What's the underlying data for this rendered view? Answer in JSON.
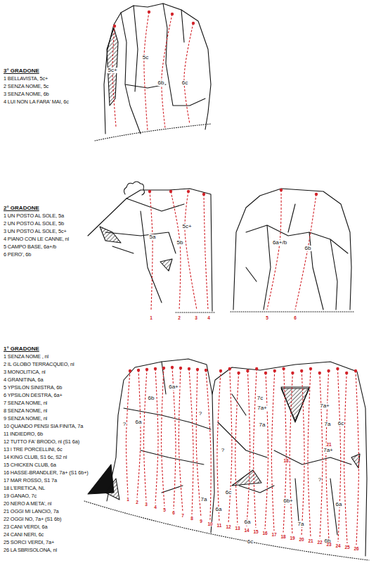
{
  "diagram": {
    "labels": [
      "3° GRADONE",
      "1 BELLAVISTA, 5c+",
      "2 SENZA NOME, 5c",
      "3 SENZA NOME, 6b",
      "4 LUI NON LA FARA' MAI, 6c",
      "5c+",
      "5c",
      "6b",
      "6c",
      "2° GRADONE",
      "1 UN POSTO AL SOLE, 5a",
      "2 UN POSTO AL SOLE, 5b",
      "3 UN POSTO AL SOLE, 5c+",
      "4 PIANO CON LE CANNE, nl",
      "5 CAMPO BASE, 6a+/b",
      "6 PERO', 6b",
      "5a",
      "5b",
      "5c+",
      "6a+/b",
      "6b",
      "1",
      "2",
      "3",
      "4",
      "5",
      "6",
      "1° GRADONE",
      "1 SENZA NOME , nl",
      "2 IL GLOBO TERRACQUEO, nl",
      "3 MONOLITICA, nl",
      "4 GRANITINA, 6a",
      "5 YPSILON SINISTRA, 6b",
      "6 YPSILON DESTRA, 6a+",
      "7 SENZA NOME, nl",
      "8 SENZA NOME, nl",
      "9 SENZA NOME, nl",
      "10 QUANDO PENSI SIA FINITA, 7a",
      "11 INDIEDRO, 6b",
      "12 TUTTO FA' BRODO, nl (S1 6a)",
      "13 I TRE PORCELLINI, 6c",
      "14 KING CLUB, S1 6c, S2 nl",
      "15 CHICKEN CLUB, 6a",
      "16 HASSE-BRANDLER, 7a+ (S1 6b+)",
      "17 MAR ROSSO, S1 7a",
      "18 L'ERETICA, NL",
      "19 GANAO, 7c",
      "20 NERO A META', nl",
      "21 OGGI MI LANCIO, 7a",
      "22 OGGI NO, 7a+ (S1 6b)",
      "23 CANI VERDI, 6a",
      "24 CANI NERI, 6c",
      "25 SORCI VERDI, 7a+",
      "26 LA SBRISOLONA, nl",
      "6a+",
      "6b",
      "6a",
      "?",
      "7c",
      "7a+",
      "7a",
      "7a+",
      "7a",
      "6c",
      "7a+",
      "?",
      "?",
      "?",
      "7a",
      "6a",
      "6c",
      "6a",
      "6c",
      "6b+",
      "7a",
      "6a",
      "6b",
      "21",
      "18",
      "1",
      "2",
      "3",
      "4",
      "5",
      "6",
      "7",
      "8",
      "9",
      "10",
      "11",
      "12",
      "13",
      "14",
      "15",
      "16",
      "17",
      "18",
      "19",
      "20",
      "21",
      "22",
      "23",
      "24",
      "25",
      "26"
    ]
  }
}
